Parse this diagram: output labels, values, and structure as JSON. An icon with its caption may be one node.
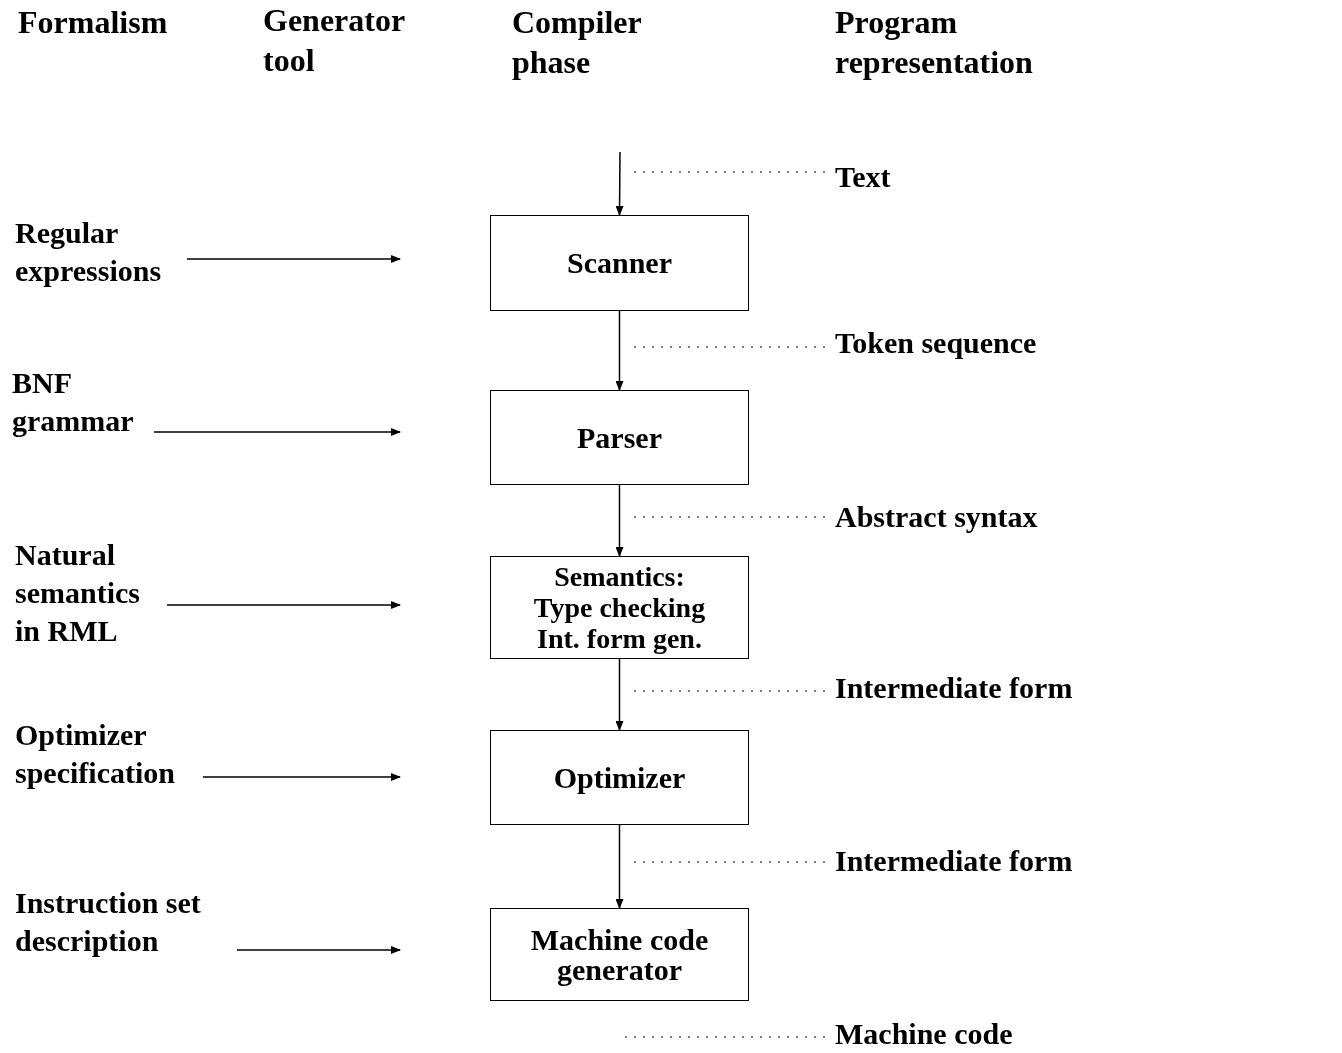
{
  "diagram": {
    "nodes": [
      {
        "text": [
          "Regular expressions"
        ]
      },
      {
        "text": [
          "BNF grammar"
        ]
      },
      {
        "text": [
          "Natural semantics in RML"
        ]
      },
      {
        "text": [
          "Optimizer specification"
        ]
      },
      {
        "text": [
          "Instruction set description"
        ]
      },
      {
        "text": [
          "Scanner"
        ]
      },
      {
        "text": [
          "Parser"
        ]
      },
      {
        "text": [
          "Semantics:",
          "Type checking",
          "Int. form gen."
        ]
      },
      {
        "text": [
          "Optimizer"
        ]
      },
      {
        "text": [
          "Machine code generator"
        ]
      },
      {
        "text": [
          "Text"
        ]
      },
      {
        "text": [
          "Token sequence"
        ]
      },
      {
        "text": [
          "Abstract syntax"
        ]
      },
      {
        "text": [
          "Intermediate form"
        ]
      },
      {
        "text": [
          "Intermediate form"
        ]
      },
      {
        "text": [
          "Machine code"
        ]
      }
    ],
    "edges": [
      {
        "from": null,
        "to": 5,
        "arrow": "to"
      },
      {
        "from": 5,
        "to": 6,
        "arrow": "to"
      },
      {
        "from": 6,
        "to": 7,
        "arrow": "to"
      },
      {
        "from": 7,
        "to": 8,
        "arrow": "to"
      },
      {
        "from": 8,
        "to": 9,
        "arrow": "to"
      },
      {
        "from": 0,
        "to": null,
        "arrow": "to"
      },
      {
        "from": 1,
        "to": null,
        "arrow": "to"
      },
      {
        "from": 2,
        "to": null,
        "arrow": "to"
      },
      {
        "from": 3,
        "to": null,
        "arrow": "to"
      },
      {
        "from": 4,
        "to": null,
        "arrow": "to"
      },
      {
        "from": 10,
        "to": null,
        "arrow": "none",
        "style": "dashed"
      },
      {
        "from": 11,
        "to": null,
        "arrow": "none",
        "style": "dashed"
      },
      {
        "from": 12,
        "to": null,
        "arrow": "none",
        "style": "dashed"
      },
      {
        "from": 13,
        "to": null,
        "arrow": "none",
        "style": "dashed"
      },
      {
        "from": 14,
        "to": null,
        "arrow": "none",
        "style": "dashed"
      },
      {
        "from": 15,
        "to": null,
        "arrow": "none",
        "style": "dashed"
      }
    ],
    "labels": [
      "Formalism",
      "Generator tool",
      "Compiler phase",
      "Program representation"
    ]
  }
}
